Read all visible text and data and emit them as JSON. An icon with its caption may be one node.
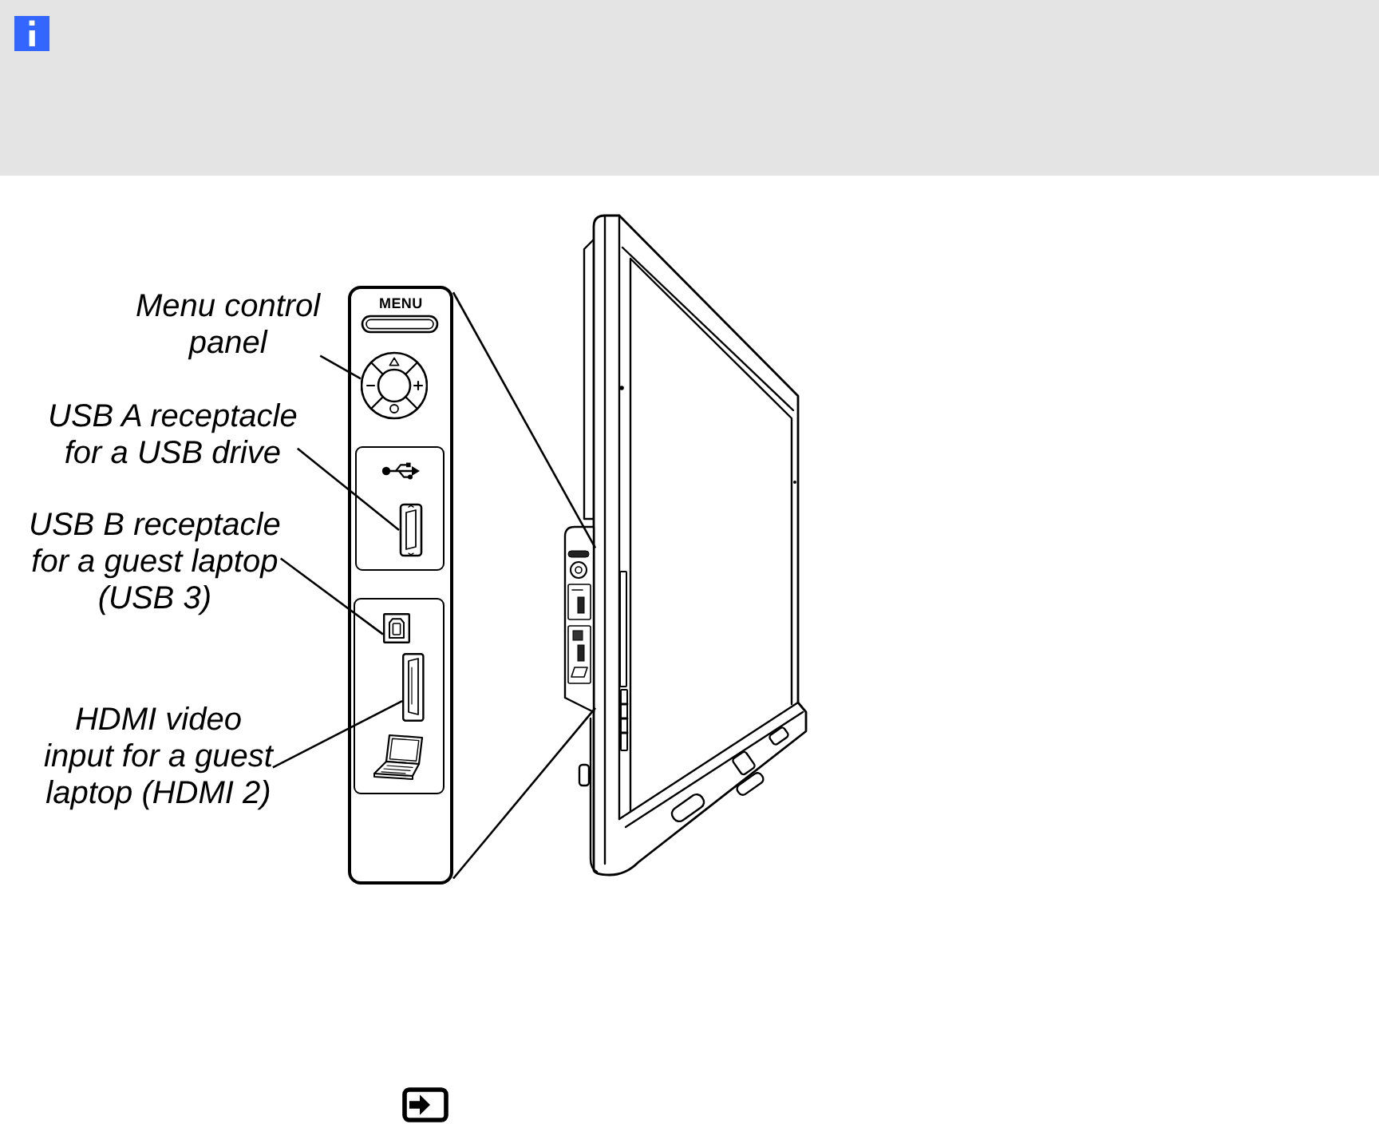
{
  "diagram": {
    "nodes": [
      {
        "text": [
          "Menu control panel"
        ]
      },
      {
        "text": [
          "USB A receptacle for a USB drive"
        ]
      },
      {
        "text": [
          "USB B receptacle for a guest laptop (USB 3)"
        ]
      },
      {
        "text": [
          "HDMI video input for a guest laptop (HDMI 2)"
        ]
      },
      {
        "text": [],
        "shape": "picture"
      },
      {
        "text": [],
        "shape": "picture",
        "in": 4
      },
      {
        "text": [],
        "shape": "picture",
        "in": 4
      },
      {
        "text": [],
        "shape": "picture",
        "in": 4
      },
      {
        "text": [],
        "shape": "picture",
        "in": 4
      },
      {
        "text": [],
        "shape": "picture"
      },
      {
        "text": [],
        "shape": "picture"
      }
    ],
    "edges": [
      {
        "from": 0,
        "to": 5,
        "arrow": "none"
      },
      {
        "from": 1,
        "to": 6,
        "arrow": "none"
      },
      {
        "from": 2,
        "to": 7,
        "arrow": "none"
      },
      {
        "from": 3,
        "to": 8,
        "arrow": "none"
      },
      {
        "from": 4,
        "to": 10,
        "arrow": "none"
      },
      {
        "from": 4,
        "to": 10,
        "arrow": "none"
      }
    ],
    "labels": [
      "MENU"
    ]
  }
}
